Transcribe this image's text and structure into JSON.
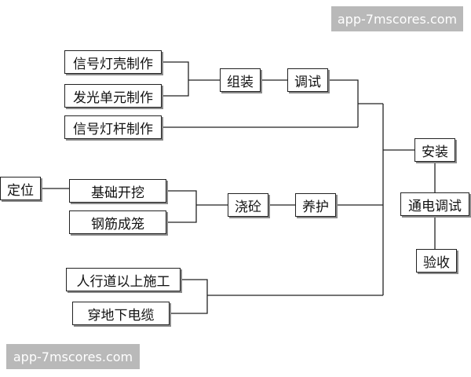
{
  "watermark": "app-7mscores.com",
  "nodes": {
    "signal_shell": "信号灯壳制作",
    "led_unit": "发光单元制作",
    "signal_pole": "信号灯杆制作",
    "assembly": "组装",
    "debug": "调试",
    "positioning": "定位",
    "excavation": "基础开挖",
    "rebar_cage": "钢筋成笼",
    "pour": "浇砼",
    "curing": "养护",
    "install": "安装",
    "power_test": "通电调试",
    "acceptance": "验收",
    "sidewalk": "人行道以上施工",
    "cable": "穿地下电缆"
  }
}
